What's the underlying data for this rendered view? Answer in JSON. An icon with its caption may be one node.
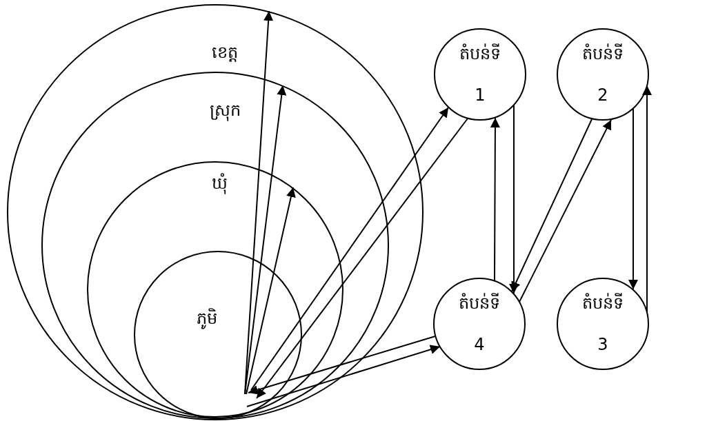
{
  "diagram": {
    "nodes": [
      {
        "text": [
          "ខេត្ត"
        ]
      },
      {
        "text": [
          "ស្រុក"
        ],
        "in": 0
      },
      {
        "text": [
          "ឃុំ"
        ],
        "in": 1
      },
      {
        "text": [
          "ភូមិ"
        ],
        "in": 2
      },
      {
        "text": [
          "តំបន់ទី 1"
        ]
      },
      {
        "text": [
          "តំបន់ទី 2"
        ]
      },
      {
        "text": [
          "តំបន់ទី 4"
        ]
      },
      {
        "text": [
          "តំបន់ទី 3"
        ]
      }
    ],
    "edges": [
      {
        "from": 3,
        "to": 0,
        "arrow": "to"
      },
      {
        "from": 3,
        "to": 1,
        "arrow": "to"
      },
      {
        "from": 3,
        "to": 2,
        "arrow": "to"
      },
      {
        "from": 3,
        "to": 4,
        "arrow": "to"
      },
      {
        "from": 4,
        "to": 3,
        "arrow": "to"
      },
      {
        "from": 6,
        "to": 3,
        "arrow": "to"
      },
      {
        "from": 3,
        "to": 6,
        "arrow": "to"
      },
      {
        "from": 6,
        "to": 4,
        "arrow": "to"
      },
      {
        "from": 4,
        "to": 6,
        "arrow": "to"
      },
      {
        "from": 5,
        "to": 6,
        "arrow": "to"
      },
      {
        "from": 6,
        "to": 5,
        "arrow": "to"
      },
      {
        "from": 5,
        "to": 7,
        "arrow": "to"
      },
      {
        "from": 7,
        "to": 5,
        "arrow": "to"
      }
    ]
  }
}
